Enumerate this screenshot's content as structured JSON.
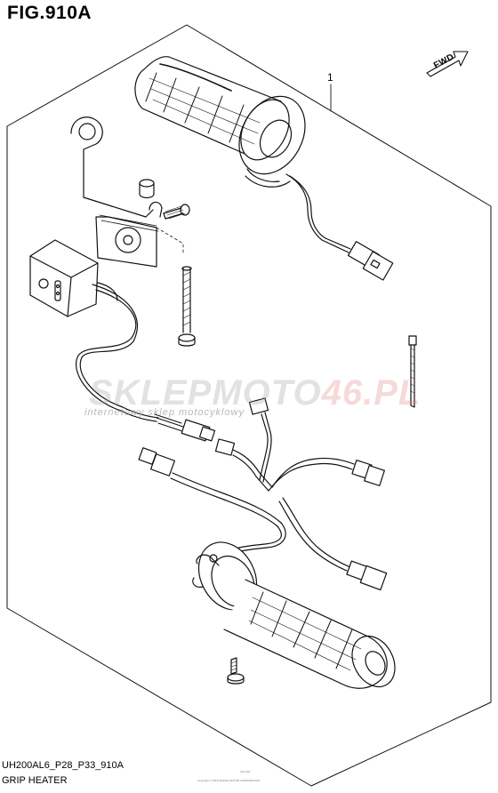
{
  "figure": {
    "title": "FIG.910A",
    "callout_number": "1",
    "direction_label": "FWD"
  },
  "watermark": {
    "brand_a": "SKLEPMOTO",
    "brand_b": "46.PL",
    "tagline": "internetowy sklep motocyklowy"
  },
  "footer": {
    "model_code": "UH200AL6_P28_P33_910A",
    "part_name": "GRIP HEATER",
    "copyright": "Copyright © 2016 SUZUKI MOTOR CORPORATION",
    "page_code": "CAT-001"
  },
  "colors": {
    "line": "#111111",
    "watermark_gray": "#9a9a9a",
    "watermark_red": "#e07a7a"
  }
}
